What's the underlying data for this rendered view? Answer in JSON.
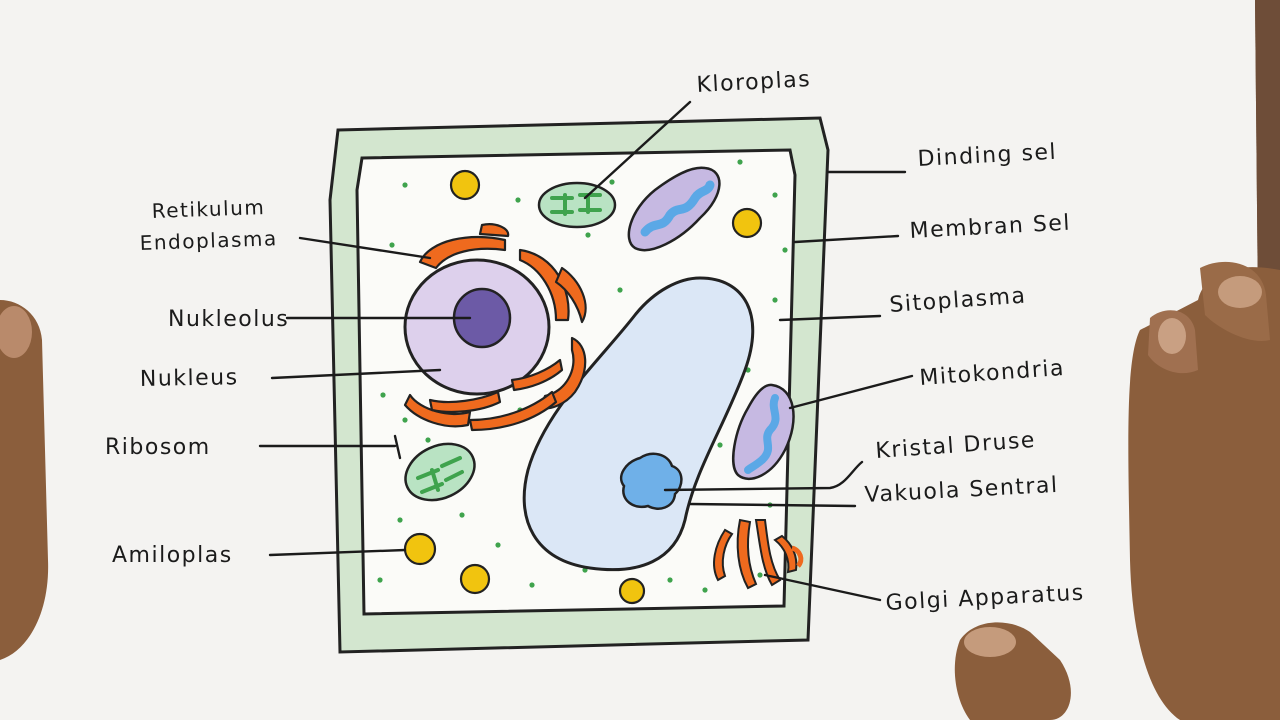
{
  "colors": {
    "paper": "#f4f3f1",
    "cell_wall": "#d3e6cf",
    "cytoplasm": "#fbfbf8",
    "nucleus": "#ddd0ec",
    "nucleolus": "#6c5aa6",
    "er_golgi": "#ef6a1e",
    "vacuole": "#dbe7f6",
    "crystal": "#6fb0e8",
    "mitochondria": "#c6b9e2",
    "chloroplast": "#b9e3c3",
    "amyloplast": "#f1c40f",
    "ribosome": "#3fa34d",
    "skin": "#8b5e3c"
  },
  "labels": {
    "kloroplas": "Kloroplas",
    "dinding_sel": "Dinding sel",
    "membran_sel": "Membran Sel",
    "sitoplasma": "Sitoplasma",
    "mitokondria": "Mitokondria",
    "kristal_druse": "Kristal Druse",
    "vakuola_sentral": "Vakuola Sentral",
    "golgi_apparatus": "Golgi Apparatus",
    "retikulum_line1": "Retikulum",
    "retikulum_line2": "Endoplasma",
    "nukleolus": "Nukleolus",
    "nukleus": "Nukleus",
    "ribosom": "Ribosom",
    "amiloplas": "Amiloplas"
  }
}
